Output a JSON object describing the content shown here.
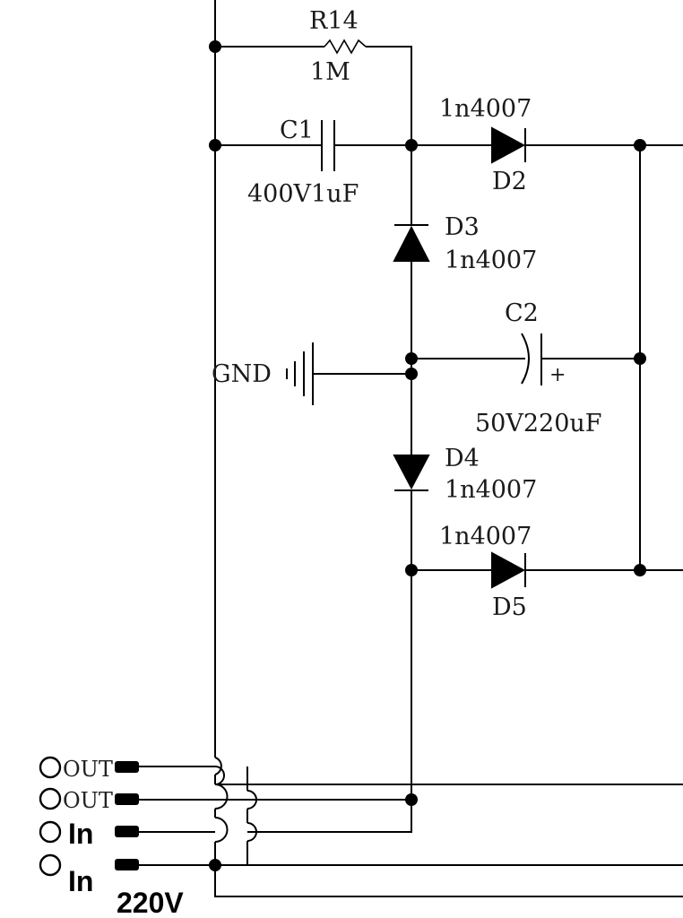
{
  "components": {
    "r14": {
      "designator": "R14",
      "value": "1M"
    },
    "c1": {
      "designator": "C1",
      "value": "400V1uF"
    },
    "d2": {
      "designator": "D2",
      "part": "1n4007"
    },
    "d3": {
      "designator": "D3",
      "part": "1n4007"
    },
    "d4": {
      "designator": "D4",
      "part": "1n4007"
    },
    "d5": {
      "designator": "D5",
      "part": "1n4007"
    },
    "c2": {
      "designator": "C2",
      "value": "50V220uF",
      "polarity": "+"
    },
    "gnd": {
      "label": "GND"
    }
  },
  "terminals": [
    {
      "label": "OUT"
    },
    {
      "label": "OUT"
    },
    {
      "label": "In"
    },
    {
      "label": "In"
    }
  ],
  "supply": {
    "label": "220V"
  }
}
